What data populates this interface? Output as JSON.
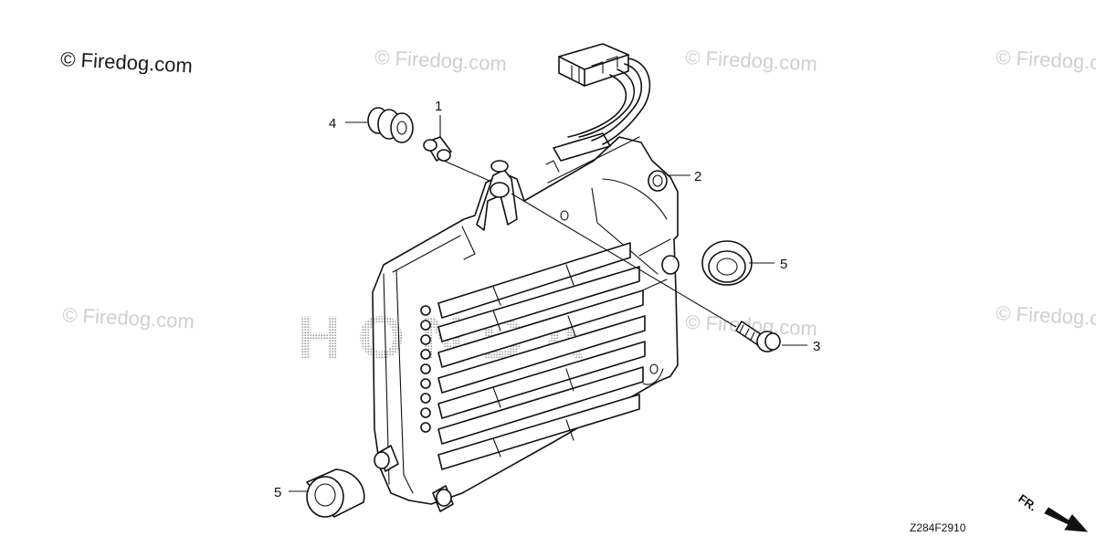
{
  "watermarks": {
    "primary": "© Firedog.com",
    "faint": "© Firedog.com"
  },
  "brand_mark": "HONDA",
  "callouts": {
    "c1": "1",
    "c2": "2",
    "c3": "3",
    "c4": "4",
    "c5a": "5",
    "c5b": "5"
  },
  "part_diagram_code": "Z284F2910",
  "front_indicator": "FR.",
  "colors": {
    "line": "#111111",
    "watermark_faint": "#cfcfcf",
    "background": "#ffffff"
  }
}
